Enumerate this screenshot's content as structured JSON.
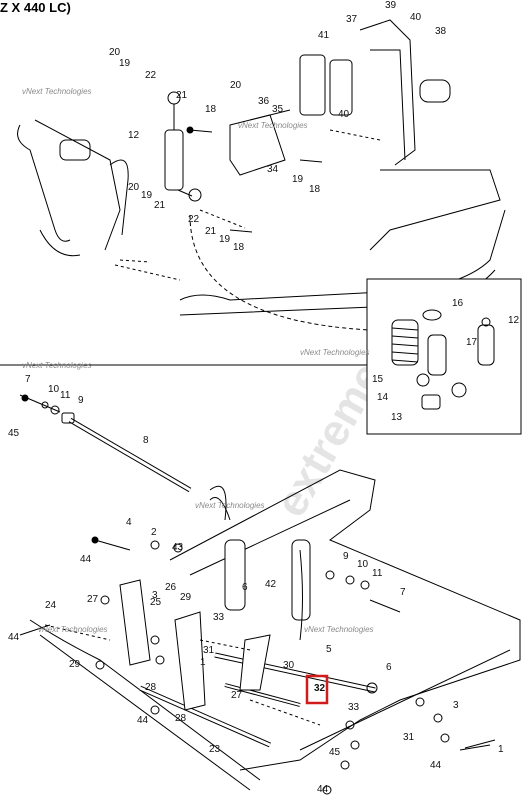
{
  "header": {
    "title": "Z X 440 LC)"
  },
  "watermark": {
    "text": "vNext Technologies",
    "big_text": "extreme"
  },
  "highlight": {
    "part": "32",
    "color": "#d11a1a"
  },
  "callouts": {
    "upper": [
      "39",
      "37",
      "40",
      "38",
      "41",
      "20",
      "19",
      "22",
      "20",
      "21",
      "18",
      "36",
      "35",
      "40",
      "34",
      "19",
      "18",
      "12",
      "20",
      "19",
      "21",
      "22",
      "21",
      "19",
      "18",
      "16",
      "12",
      "17",
      "15",
      "14",
      "13"
    ],
    "lower": [
      "7",
      "10",
      "11",
      "9",
      "45",
      "8",
      "4",
      "2",
      "43",
      "44",
      "9",
      "10",
      "11",
      "7",
      "24",
      "27",
      "26",
      "29",
      "3",
      "25",
      "6",
      "42",
      "5",
      "44",
      "1",
      "31",
      "33",
      "28",
      "30",
      "27",
      "32",
      "6",
      "33",
      "23",
      "29",
      "28",
      "44",
      "3",
      "31",
      "45",
      "44",
      "44",
      "1"
    ]
  }
}
